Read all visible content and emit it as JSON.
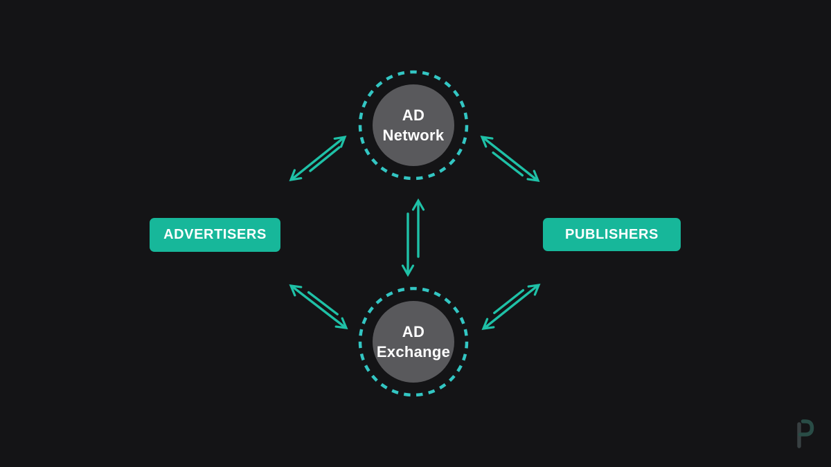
{
  "colors": {
    "background": "#141416",
    "accent": "#1fc1a7",
    "ring": "#33c6c3",
    "button_bg": "#17b79a",
    "node_fill": "#59595c",
    "text": "#ffffff",
    "logo_stem": "#3a4244",
    "logo_bowl": "#2b5049"
  },
  "nodes": {
    "ad_network": {
      "line1": "AD",
      "line2": "Network"
    },
    "ad_exchange": {
      "line1": "AD",
      "line2": "Exchange"
    }
  },
  "entities": {
    "advertisers": {
      "label": "ADVERTISERS"
    },
    "publishers": {
      "label": "PUBLISHERS"
    }
  },
  "edges": [
    {
      "from": "ADVERTISERS",
      "to": "AD Network",
      "bidirectional": true
    },
    {
      "from": "AD Network",
      "to": "PUBLISHERS",
      "bidirectional": true
    },
    {
      "from": "AD Network",
      "to": "AD Exchange",
      "bidirectional": true
    },
    {
      "from": "ADVERTISERS",
      "to": "AD Exchange",
      "bidirectional": true
    },
    {
      "from": "AD Exchange",
      "to": "PUBLISHERS",
      "bidirectional": true
    }
  ],
  "logo": {
    "letter": "P"
  }
}
